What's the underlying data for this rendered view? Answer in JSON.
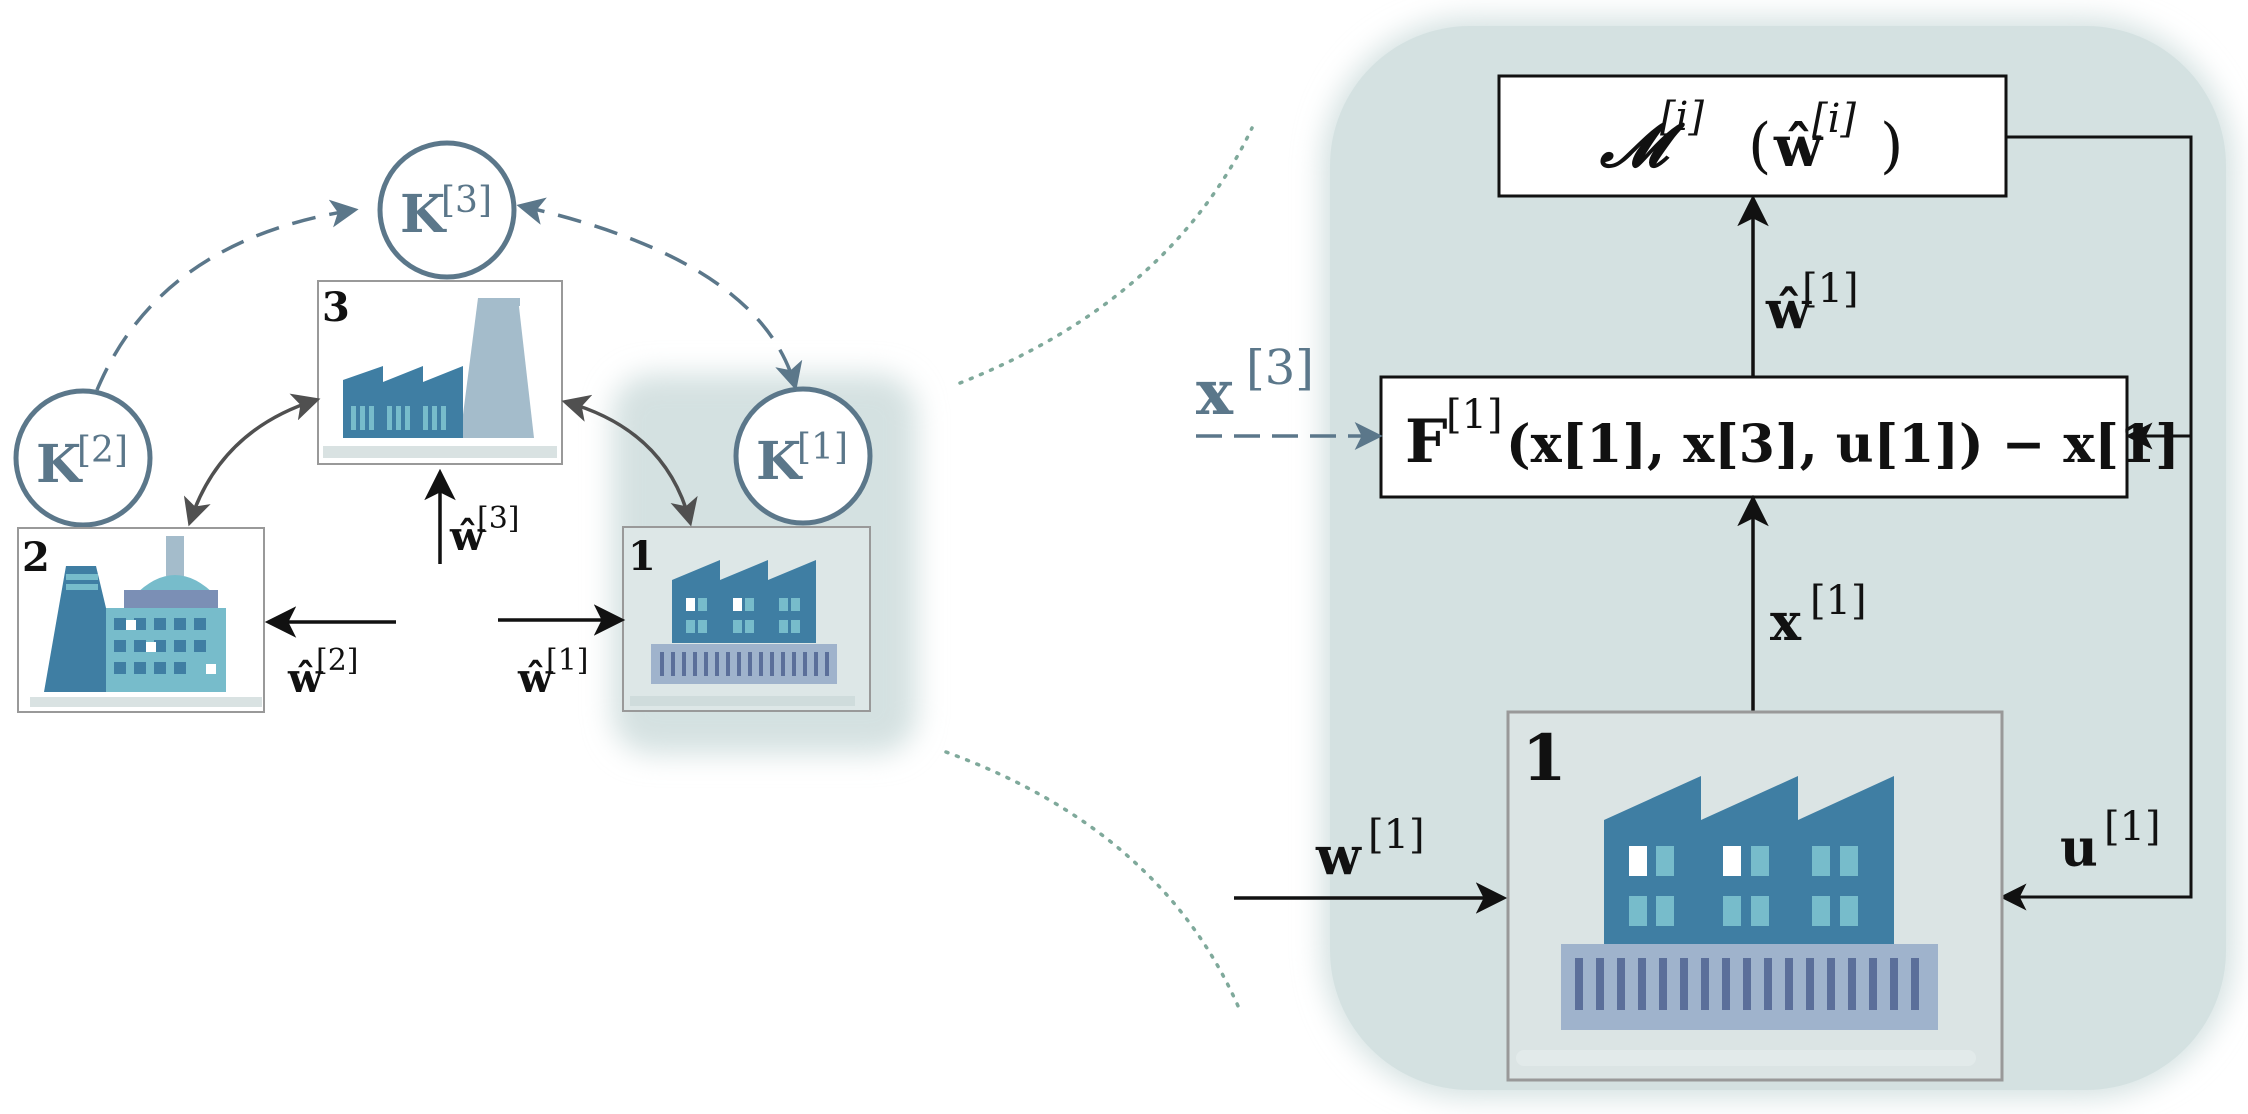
{
  "colors": {
    "slate": "#5b778a",
    "panel": "#d4e1e1",
    "factory_dark": "#3f7ea3",
    "factory_light": "#77bccb",
    "factory_pale": "#a4bccb",
    "base": "#9fb3cc",
    "stroke": "#111111",
    "dotted": "#7fa99b",
    "grey_arrow": "#505050"
  },
  "controllers": [
    {
      "id": "K3",
      "base": "K",
      "sup": "[3]"
    },
    {
      "id": "K2",
      "base": "K",
      "sup": "[2]"
    },
    {
      "id": "K1",
      "base": "K",
      "sup": "[1]"
    }
  ],
  "plants": [
    {
      "id": "plant-3",
      "number": "3"
    },
    {
      "id": "plant-2",
      "number": "2"
    },
    {
      "id": "plant-1",
      "number": "1"
    }
  ],
  "left_labels": {
    "what3": {
      "base": "ŵ",
      "sup": "[3]"
    },
    "what2": {
      "base": "ŵ",
      "sup": "[2]"
    },
    "what1": {
      "base": "ŵ",
      "sup": "[1]"
    }
  },
  "right_panel": {
    "model_box": {
      "prefix": "𝓜",
      "sup": "[i]",
      "arg_base": "ŵ",
      "arg_sup": "[i]"
    },
    "estimator_box": {
      "text": "F",
      "sup": "[1]",
      "args": "(x[1], x[3], u[1]) − x[1]"
    },
    "plant_number": "1",
    "labels": {
      "what1": {
        "base": "ŵ",
        "sup": "[1]"
      },
      "x3": {
        "base": "x",
        "sup": "[3]"
      },
      "x1": {
        "base": "x",
        "sup": "[1]"
      },
      "w1": {
        "base": "w",
        "sup": "[1]"
      },
      "u1": {
        "base": "u",
        "sup": "[1]"
      }
    }
  }
}
